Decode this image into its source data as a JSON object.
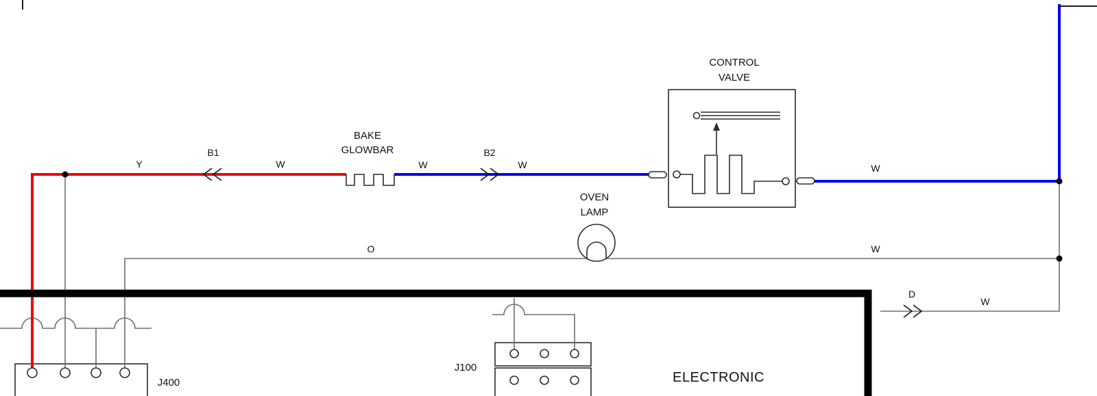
{
  "labels": {
    "control_valve_1": "CONTROL",
    "control_valve_2": "VALVE",
    "bake_glowbar_1": "BAKE",
    "bake_glowbar_2": "GLOWBAR",
    "oven_lamp_1": "OVEN",
    "oven_lamp_2": "LAMP",
    "electronic": "ELECTRONIC",
    "j100": "J100",
    "j400": "J400"
  },
  "wire_labels": {
    "y": "Y",
    "b1": "B1",
    "w_red_segment": "W",
    "w_glowbar_right": "W",
    "b2": "B2",
    "w_valve_left": "W",
    "w_valve_right": "W",
    "o": "O",
    "w_lamp_right": "W",
    "d": "D",
    "w_d": "W"
  },
  "colors": {
    "red_wire": "#f00000",
    "blue_wire": "#0000f0",
    "thin_wire": "#6e6e6e",
    "bus_wire": "#000000",
    "component_outline": "#2b2b2b",
    "label_text": "#111111",
    "background": "#ffffff"
  }
}
